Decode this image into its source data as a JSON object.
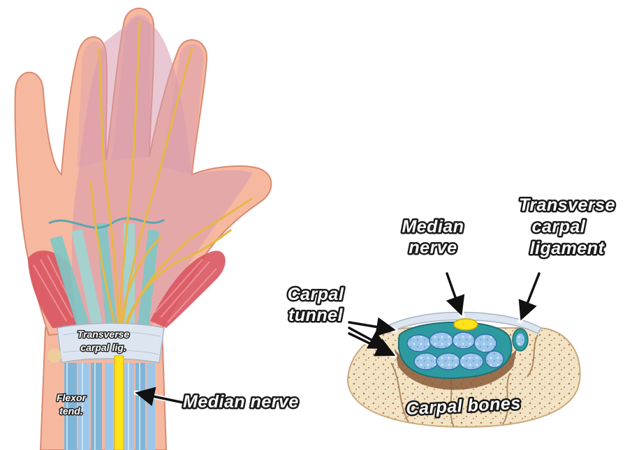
{
  "hand_labels": {
    "transverse_line1": "Transverse",
    "transverse_line2": "carpal lig.",
    "flexor_line1": "Flexor",
    "flexor_line2": "tend.",
    "median_nerve": "Median nerve"
  },
  "cross_section_labels": {
    "median_line1": "Median",
    "median_line2": "nerve",
    "transverse_line1": "Transverse",
    "transverse_line2": "carpal",
    "transverse_line3": "ligament",
    "carpal_tunnel_line1": "Carpal",
    "carpal_tunnel_line2": "tunnel",
    "carpal_bones": "Carpal bones"
  },
  "colors": {
    "skin": "#f6b9a0",
    "skin_outline": "#d98a72",
    "palm_overlay": "#d79bb0",
    "nerve": "#e7b843",
    "tendon": "#7fc8c6",
    "ligament": "#dde6f0",
    "muscle": "#d95560",
    "median_nerve_highlight": "#ffe21a",
    "bone": "#f2e3c4",
    "bone_dots": "#b77a52"
  }
}
